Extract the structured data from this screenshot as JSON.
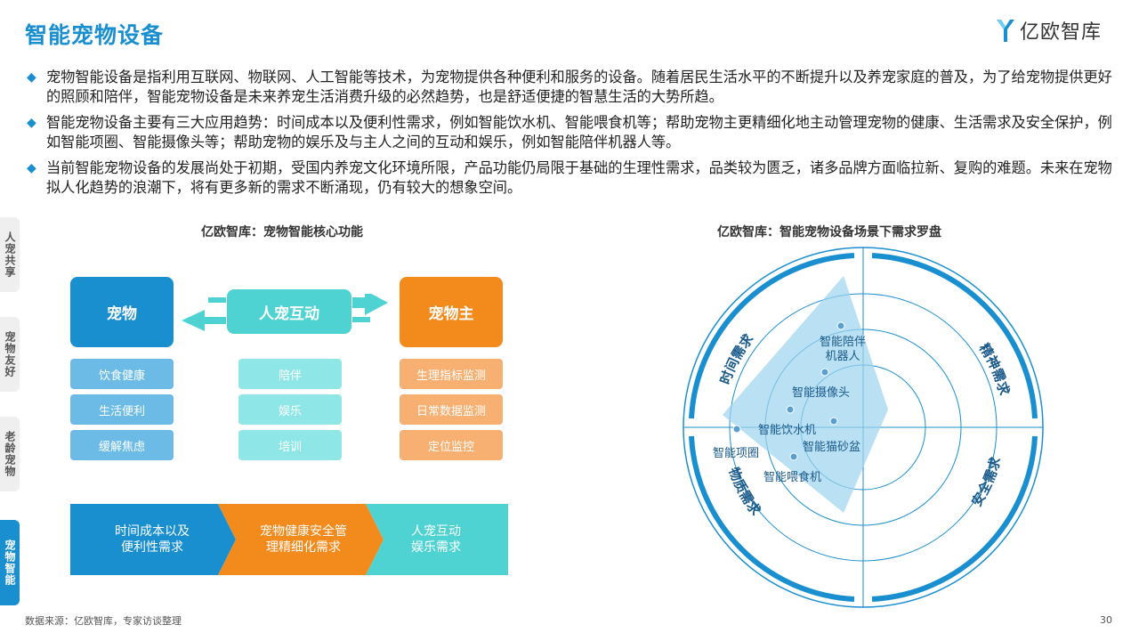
{
  "header": {
    "title": "智能宠物设备",
    "logo_text": "亿欧智库"
  },
  "bullets": [
    "宠物智能设备是指利用互联网、物联网、人工智能等技术，为宠物提供各种便利和服务的设备。随着居民生活水平的不断提升以及养宠家庭的普及，为了给宠物提供更好的照顾和陪伴，智能宠物设备是未来养宠生活消费升级的必然趋势，也是舒适便捷的智慧生活的大势所趋。",
    "智能宠物设备主要有三大应用趋势：时间成本以及便利性需求，例如智能饮水机、智能喂食机等；帮助宠物主更精细化地主动管理宠物的健康、生活需求及安全保护，例如智能项圈、智能摄像头等；帮助宠物的娱乐及与主人之间的互动和娱乐，例如智能陪伴机器人等。",
    "当前智能宠物设备的发展尚处于初期，受国内养宠文化环境所限，产品功能仍局限于基础的生理性需求，品类较为匮乏，诸多品牌方面临拉新、复购的难题。未来在宠物拟人化趋势的浪潮下，将有更多新的需求不断涌现，仍有较大的想象空间。"
  ],
  "side_tabs": [
    "人宠共享",
    "宠物友好",
    "老龄宠物",
    "宠物智能"
  ],
  "left_chart": {
    "title": "亿欧智库：宠物智能核心功能",
    "pet": {
      "label": "宠物",
      "items": [
        "饮食健康",
        "生活便利",
        "缓解焦虑"
      ]
    },
    "interaction": {
      "label": "人宠互动",
      "items": [
        "陪伴",
        "娱乐",
        "培训"
      ]
    },
    "owner": {
      "label": "宠物主",
      "items": [
        "生理指标监测",
        "日常数据监测",
        "定位监控"
      ]
    },
    "trends": [
      "时间成本以及\n便利性需求",
      "宠物健康安全管\n理精细化需求",
      "人宠互动\n娱乐需求"
    ]
  },
  "right_chart": {
    "title": "亿欧智库：智能宠物设备场景下需求罗盘",
    "quadrants": [
      "时间需求",
      "精神需求",
      "物质需求",
      "安全需求"
    ],
    "devices": [
      "智能陪伴\n机器人",
      "智能摄像头",
      "智能饮水机",
      "智能猫砂盆",
      "智能项圈",
      "智能喂食机"
    ]
  },
  "footer": {
    "source": "数据来源：亿欧智库，专家访谈整理",
    "page": "30"
  },
  "colors": {
    "blue": "#1a8fd0",
    "orange": "#f28a1c",
    "teal": "#4fd2d2"
  }
}
